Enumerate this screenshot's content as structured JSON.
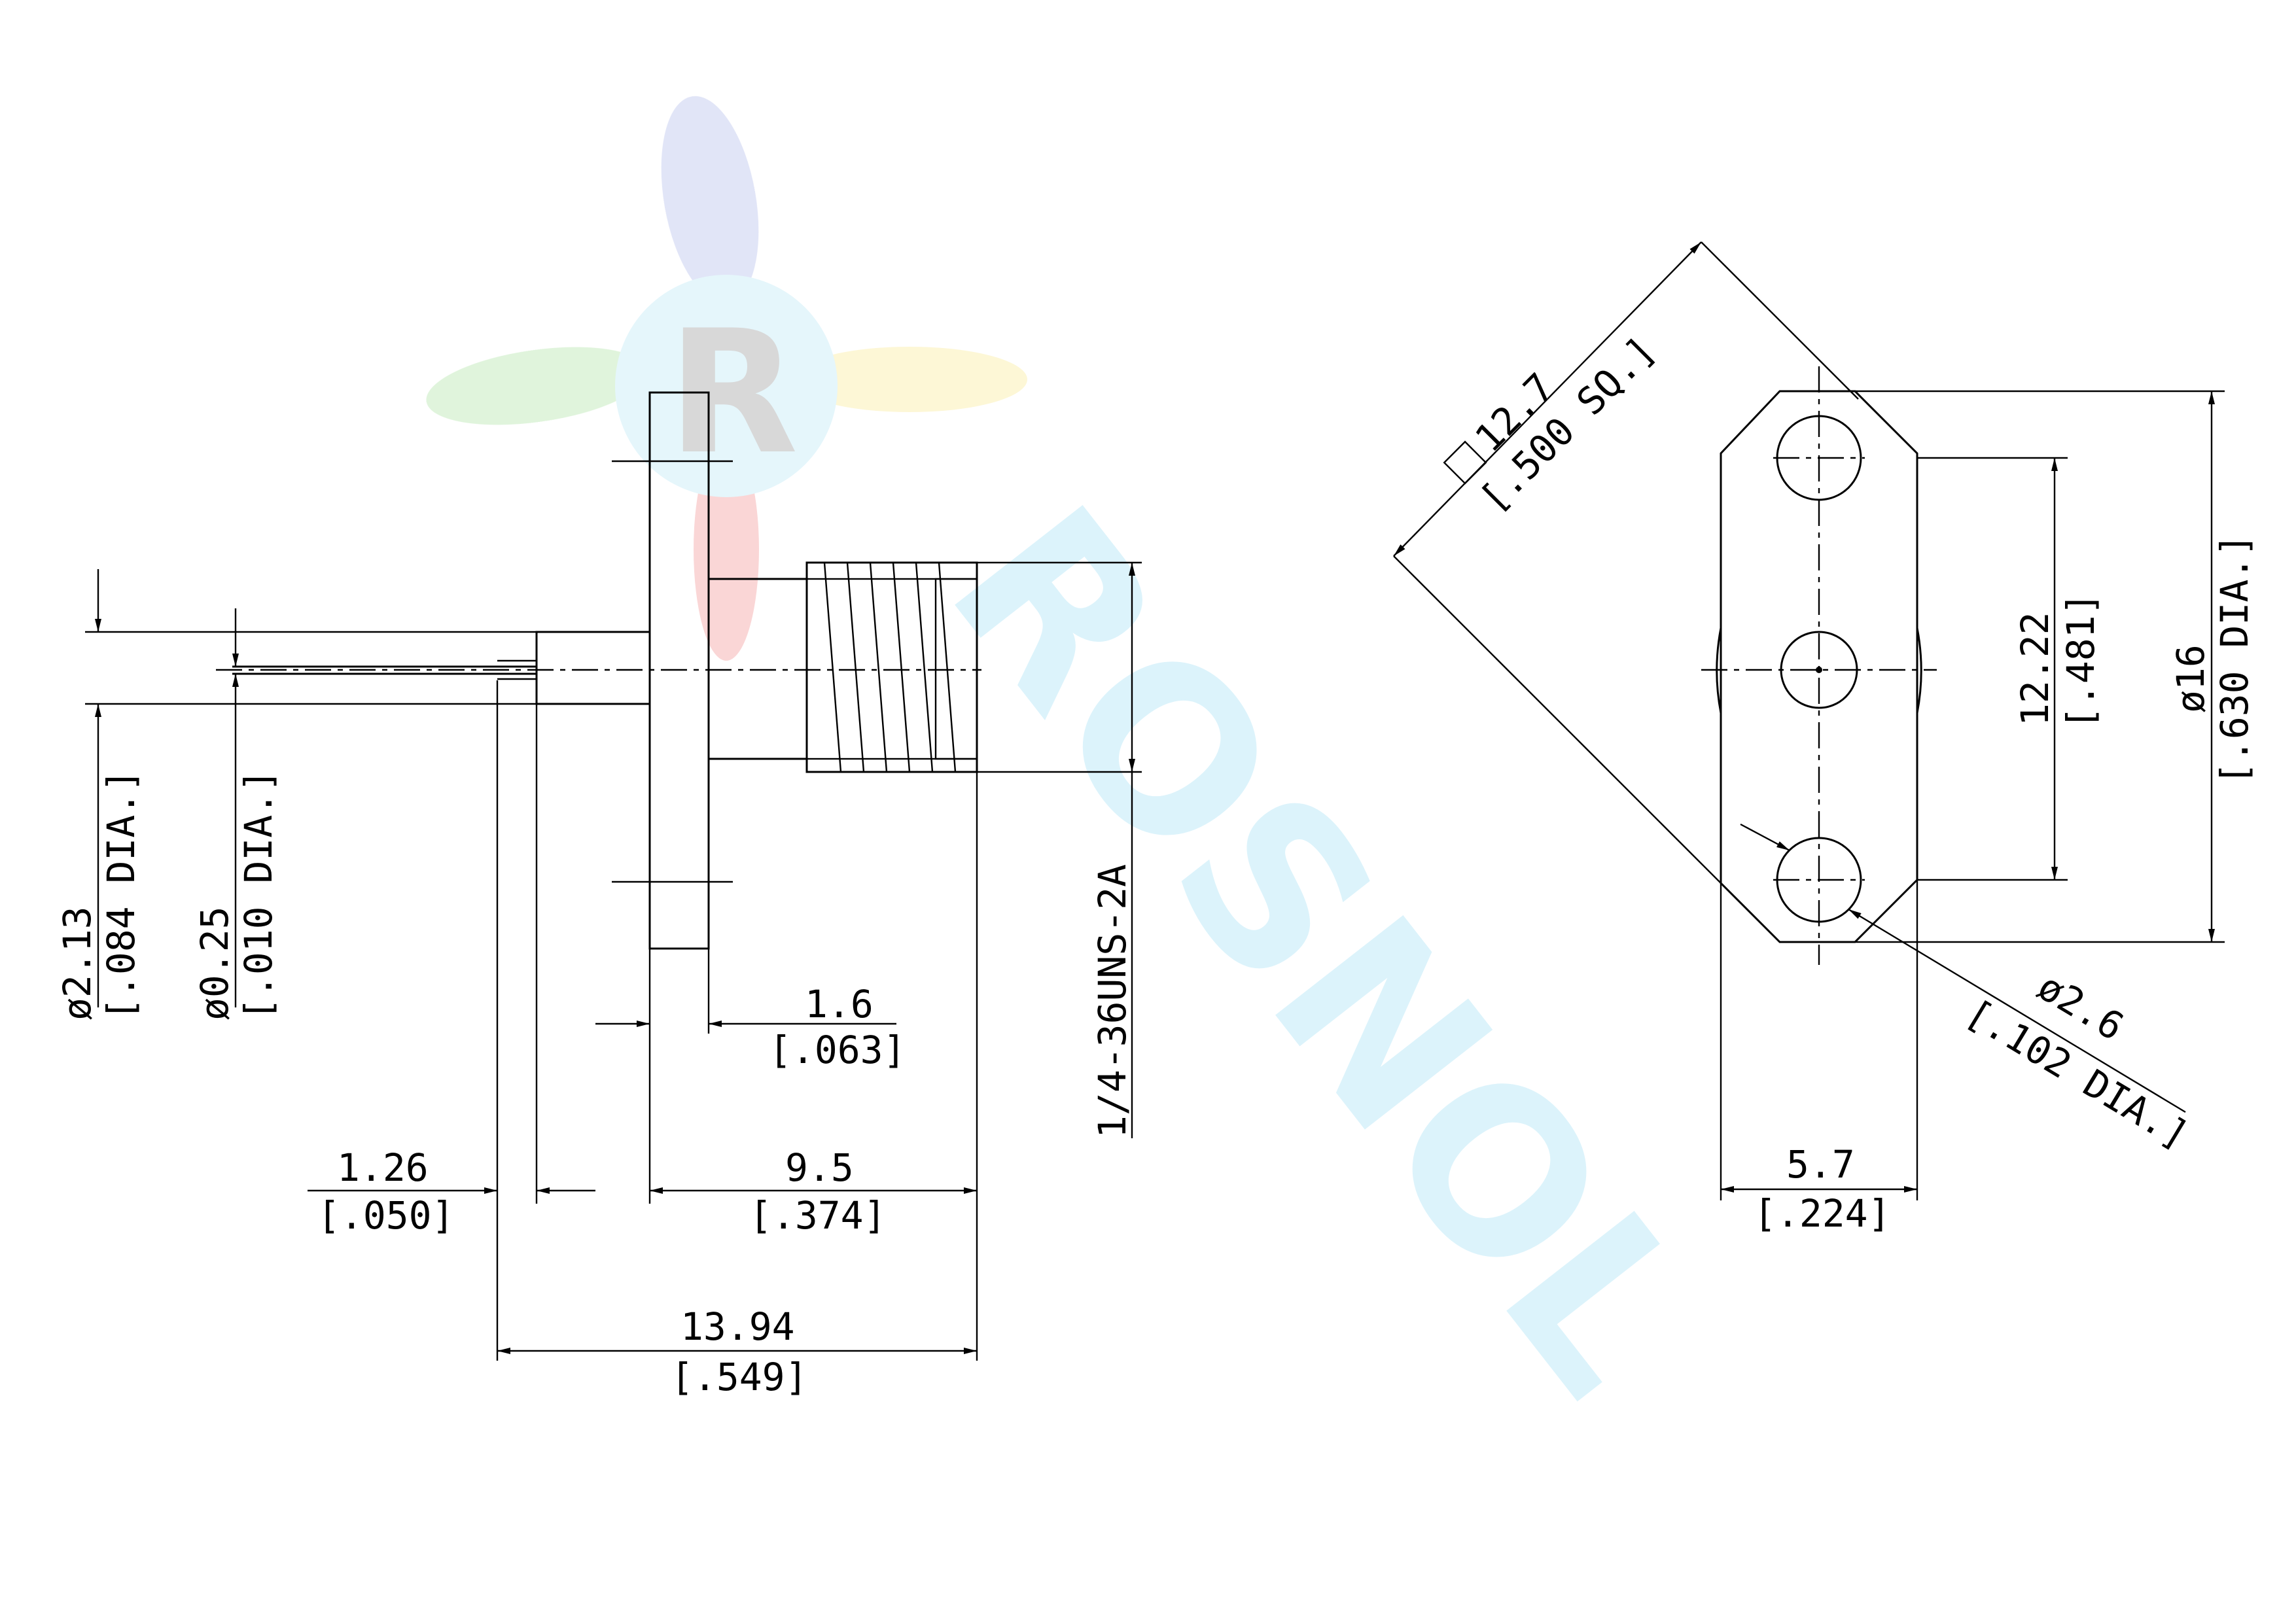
{
  "dimensions": {
    "pin_dia_mm": "ø2.13",
    "pin_dia_in": "[.084 DIA.]",
    "tip_dia_mm": "ø0.25",
    "tip_dia_in": "[.010 DIA.]",
    "flange_thk_mm": "1.6",
    "flange_thk_in": "[.063]",
    "thread": "1/4-36UNS-2A",
    "pin_len_mm": "1.26",
    "pin_len_in": "[.050]",
    "body_len_mm": "9.5",
    "body_len_in": "[.374]",
    "total_len_mm": "13.94",
    "total_len_in": "[.549]",
    "square_mm": "12.7",
    "square_in": "[.500 SQ.]",
    "hole_spacing_mm": "12.22",
    "hole_spacing_in": "[.481]",
    "flange_dia_mm": "ø16",
    "flange_dia_in": "[.630 DIA.]",
    "hole_dia_mm": "ø2.6",
    "hole_dia_in": "[.102 DIA.]",
    "width_mm": "5.7",
    "width_in": "[.224]"
  },
  "watermark": {
    "logo_letter": "R",
    "text": "ROSNOL",
    "colors": [
      "#8fa0e0",
      "#f07878",
      "#90d890",
      "#f8e070",
      "#80d8f0"
    ]
  }
}
